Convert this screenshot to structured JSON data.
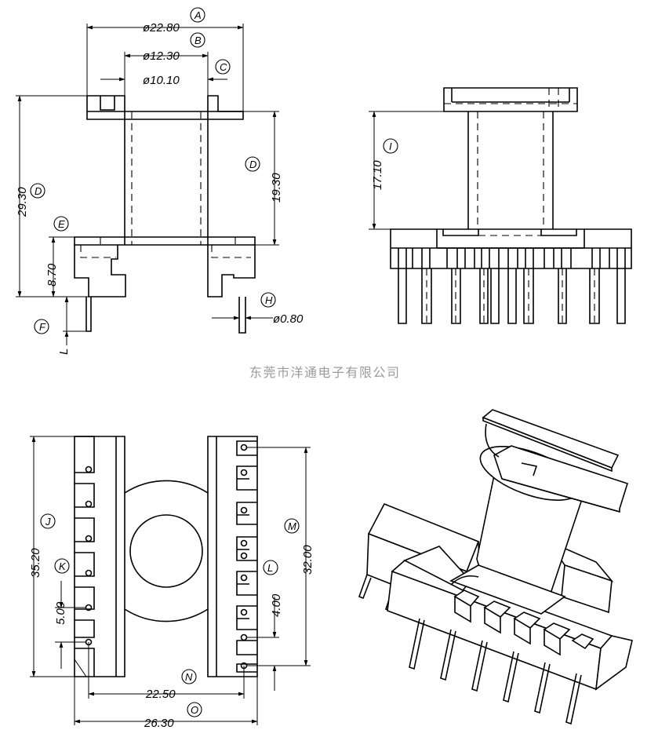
{
  "watermark": "东莞市洋通电子有限公司",
  "dimensions": {
    "A": "ø22.80",
    "B": "ø12.30",
    "C": "ø10.10",
    "D_total": "29.30",
    "D_inner": "19.30",
    "E": "8.70",
    "H": "ø0.80",
    "I": "17.10",
    "J": "35.20",
    "K": "5.00",
    "L": "4.00",
    "M": "32.00",
    "N": "22.50",
    "O": "26.30"
  },
  "callouts": {
    "A": "A",
    "B": "B",
    "C": "C",
    "D": "D",
    "E": "E",
    "F": "F",
    "H": "H",
    "I": "I",
    "J": "J",
    "K": "K",
    "L": "L",
    "M": "M",
    "N": "N",
    "O": "O",
    "L_dim": "L"
  }
}
